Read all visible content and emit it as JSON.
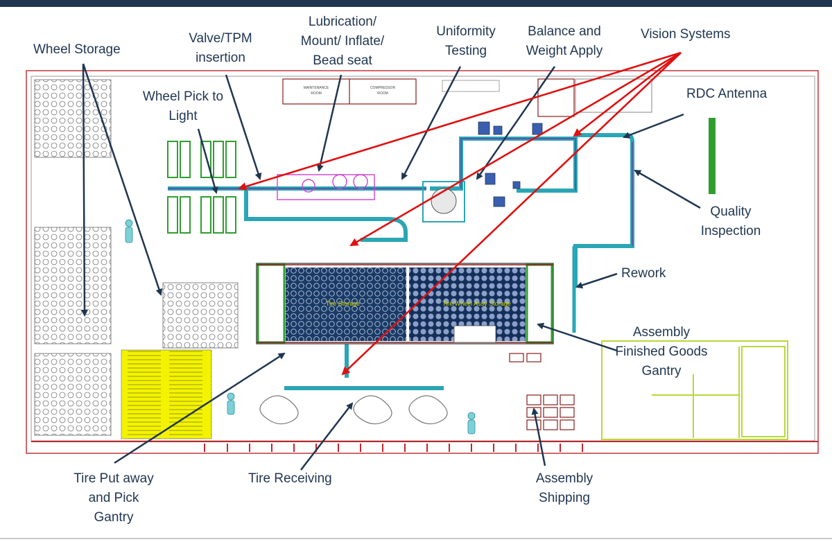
{
  "labels": {
    "wheel_storage": "Wheel Storage",
    "valve_tpm": [
      "Valve/TPM",
      "insertion"
    ],
    "lubrication": [
      "Lubrication/",
      "Mount/ Inflate/",
      "Bead seat"
    ],
    "uniformity": [
      "Uniformity",
      "Testing"
    ],
    "balance": [
      "Balance and",
      "Weight Apply"
    ],
    "vision": "Vision Systems",
    "wheel_pick": [
      "Wheel Pick to",
      "Light"
    ],
    "rdc_antenna": "RDC Antenna",
    "quality": [
      "Quality",
      "Inspection"
    ],
    "rework": "Rework",
    "finished_goods": [
      "Assembly",
      "Finished Goods",
      "Gantry"
    ],
    "tire_putaway": [
      "Tire Put away",
      "and Pick",
      "Gantry"
    ],
    "tire_receiving": "Tire Receiving",
    "shipping": [
      "Assembly",
      "Shipping"
    ]
  },
  "plan_text": {
    "maintenance": [
      "MAINTENANCE",
      "ROOM"
    ],
    "compressor": [
      "COMPRESSOR",
      "ROOM"
    ],
    "tire_storage": "Tire Storage",
    "assy_storage": "Tire/Wheel Assy Storage"
  },
  "colors": {
    "header": "#1f3550",
    "label_text": "#1f3550",
    "pointer_arrow": "#1f3550",
    "vision_arrow": "#e01010",
    "wall": "#c0262c",
    "conveyor": "#2aa6b5",
    "rack": "#2f9e2f"
  }
}
